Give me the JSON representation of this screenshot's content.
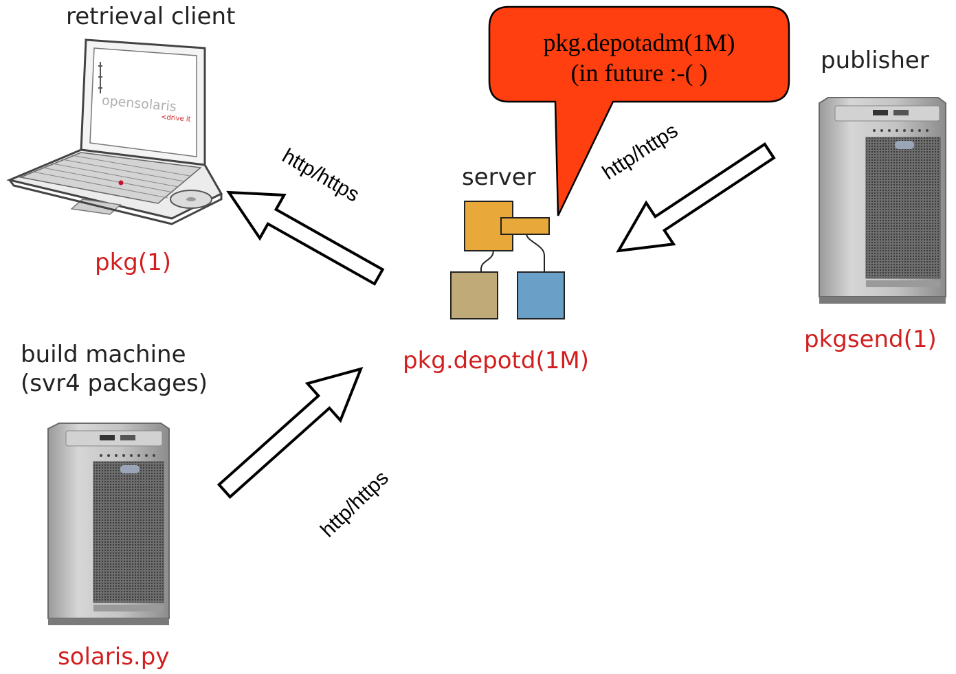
{
  "nodes": {
    "client": {
      "title": "retrieval client",
      "command": "pkg(1)",
      "screen_logo": "opensolaris",
      "screen_tagline": "<drive it"
    },
    "server": {
      "title": "server",
      "command": "pkg.depotd(1M)"
    },
    "publisher": {
      "title": "publisher",
      "command": "pkgsend(1)"
    },
    "build": {
      "title_line1": "build machine",
      "title_line2": "(svr4 packages)",
      "command": "solaris.py"
    }
  },
  "callout": {
    "line1": "pkg.depotadm(1M)",
    "line2": "(in future :-( )"
  },
  "edges": {
    "server_to_client": "http/https",
    "publisher_to_server": "http/https",
    "build_to_server": "http/https"
  },
  "colors": {
    "command_text": "#d21e1e",
    "callout_fill": "#ff3f0f",
    "box_orange": "#e8a83a",
    "box_tan": "#bfaa78",
    "box_blue": "#6aa0c8"
  },
  "icons": [
    "laptop-icon",
    "tower-server-icon",
    "component-diagram-icon",
    "hollow-arrow-icon"
  ]
}
